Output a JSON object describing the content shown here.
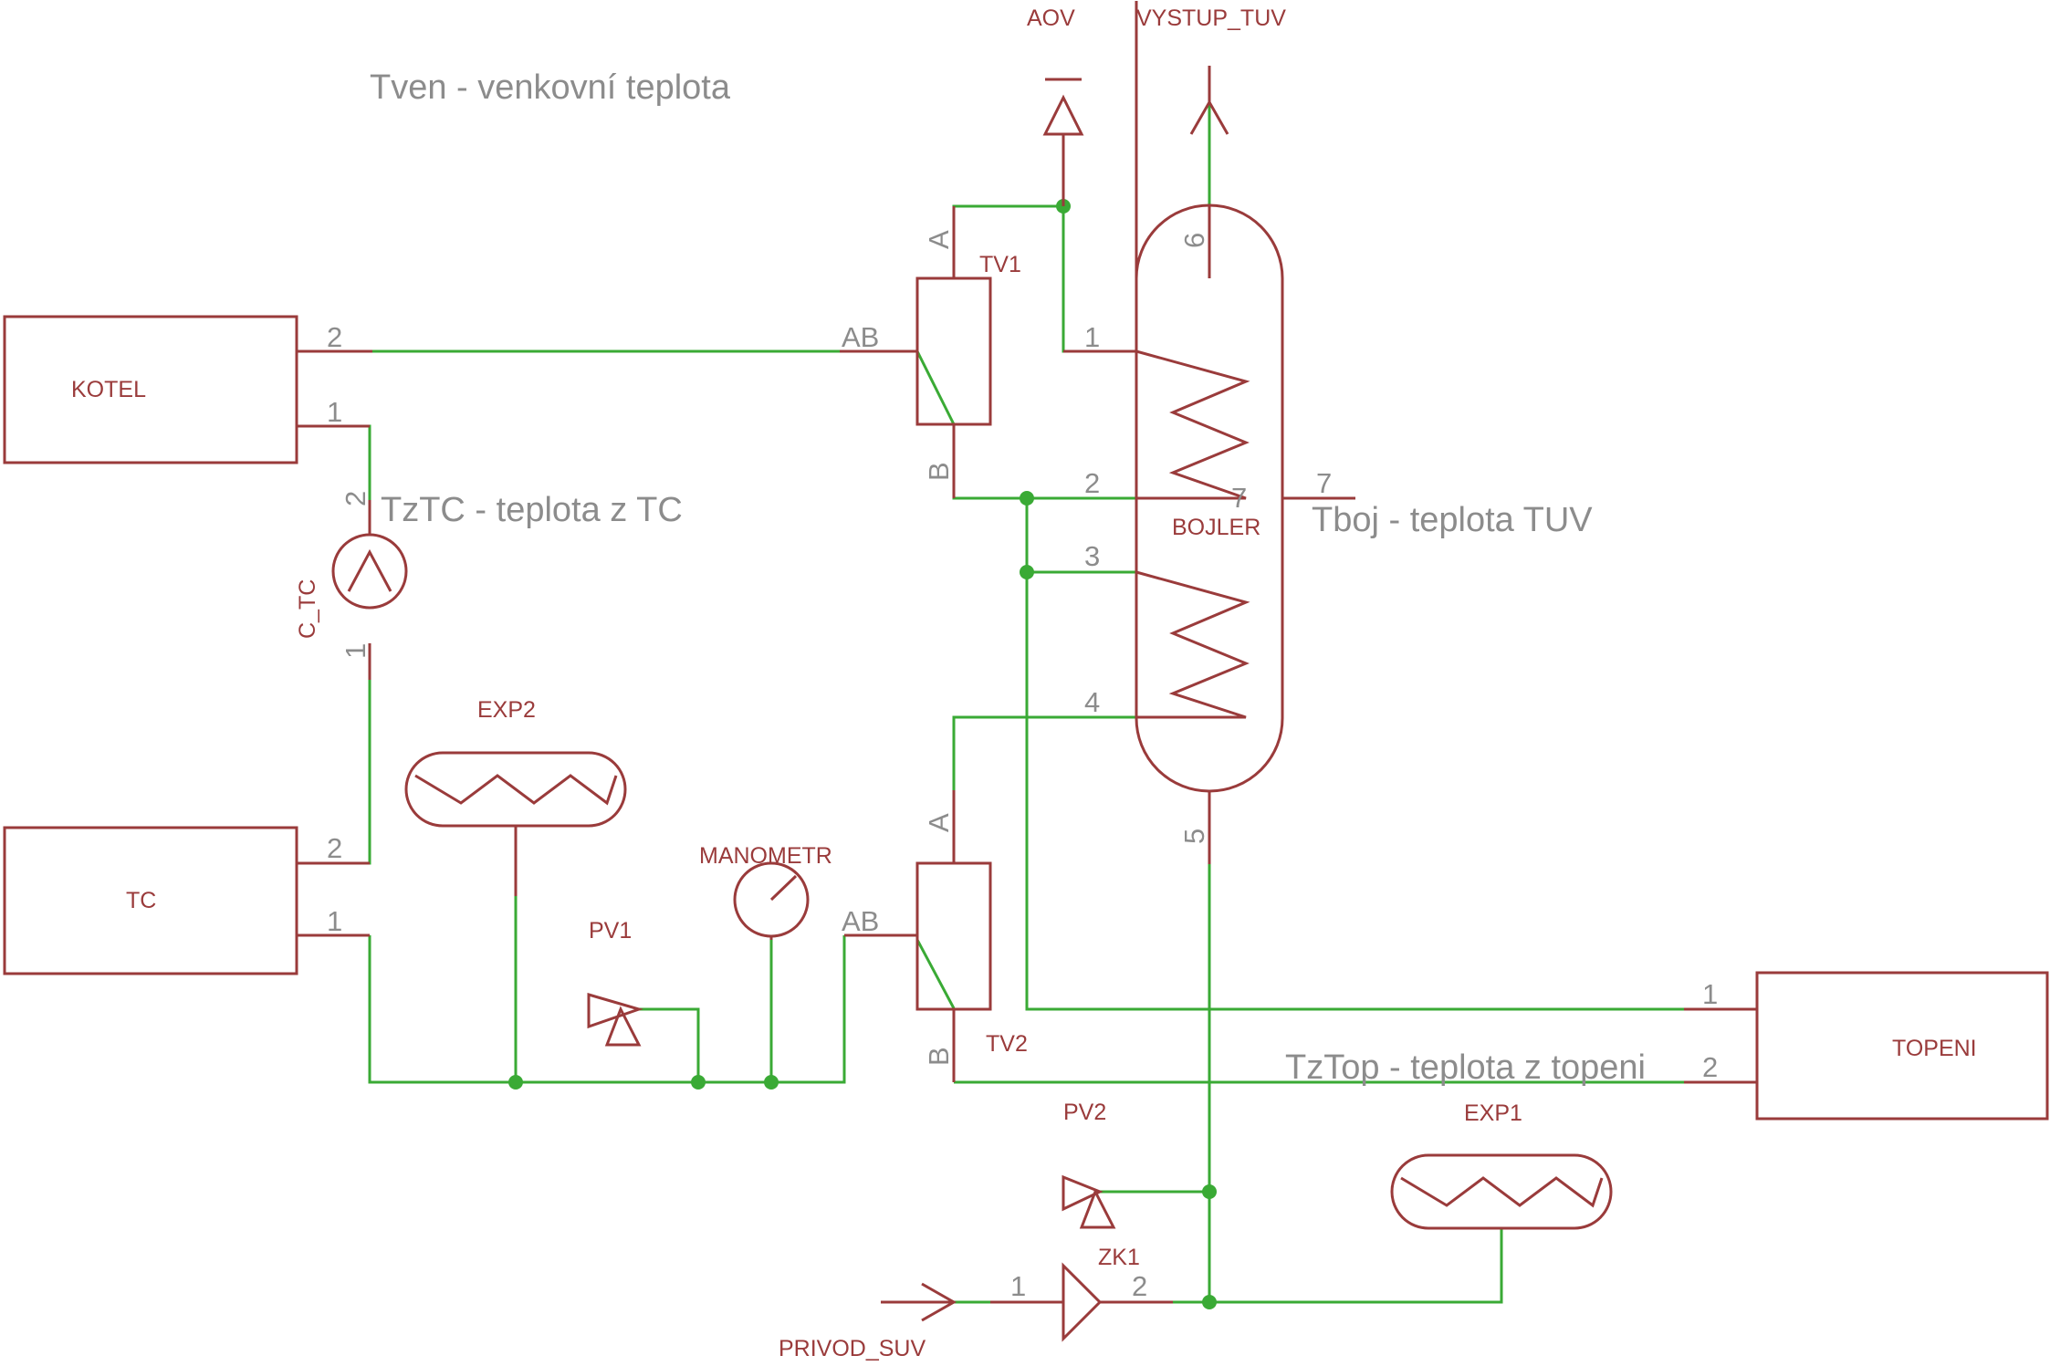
{
  "components": {
    "kotel": {
      "name": "KOTEL",
      "pin1": "1",
      "pin2": "2"
    },
    "tc": {
      "name": "TC",
      "pin1": "1",
      "pin2": "2"
    },
    "topeni": {
      "name": "TOPENI",
      "pin1": "1",
      "pin2": "2"
    },
    "bojler": {
      "name": "BOJLER",
      "pin1": "1",
      "pin2": "2",
      "pin3": "3",
      "pin4": "4",
      "pin5": "5",
      "pin6": "6",
      "pin7_out": "7",
      "pin7_in": "7"
    },
    "tv1": {
      "name": "TV1",
      "pin_a": "A",
      "pin_ab": "AB",
      "pin_b": "B"
    },
    "tv2": {
      "name": "TV2",
      "pin_a": "A",
      "pin_ab": "AB",
      "pin_b": "B"
    },
    "c_tc": {
      "name": "C_TC",
      "pin1": "1",
      "pin2": "2"
    },
    "exp1": {
      "name": "EXP1"
    },
    "exp2": {
      "name": "EXP2"
    },
    "pv1": {
      "name": "PV1"
    },
    "pv2": {
      "name": "PV2"
    },
    "manometr": {
      "name": "MANOMETR"
    },
    "zk1": {
      "name": "ZK1",
      "pin1": "1",
      "pin2": "2"
    },
    "aov": {
      "name": "AOV"
    },
    "vystup_tuv": {
      "name": "VYSTUP_TUV"
    },
    "privod_suv": {
      "name": "PRIVOD_SUV"
    }
  },
  "notes": {
    "tven": "Tven - venkovní teplota",
    "tztc": "TzTC - teplota z TC",
    "tboj": "Tboj - teplota TUV",
    "tztop": "TzTop - teplota z topeni"
  },
  "colors": {
    "symbol": "#9a3b3b",
    "wire": "#3aaa35",
    "pin_label": "#8c8c8c",
    "background": "#ffffff"
  }
}
